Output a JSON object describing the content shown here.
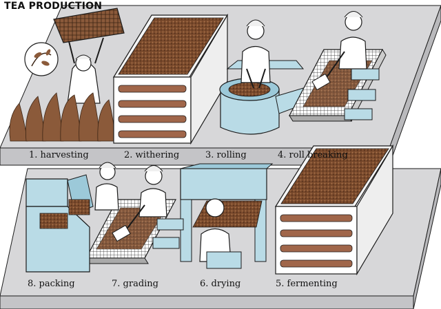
{
  "title": "TEA PRODUCTION",
  "steps": [
    {
      "label": "1. harvesting"
    },
    {
      "label": "2. withering"
    },
    {
      "label": "3. rolling"
    },
    {
      "label": "4. roll breaking"
    },
    {
      "label": "5. fermenting"
    },
    {
      "label": "6. drying"
    },
    {
      "label": "7. grading"
    },
    {
      "label": "8. packing"
    }
  ],
  "colors": {
    "platform": "#d7d7d9",
    "platform_edge": "#b9b9bc",
    "machine": "#b9dbe6",
    "tea": "#8b5a3a",
    "outline": "#1a1a1a"
  }
}
